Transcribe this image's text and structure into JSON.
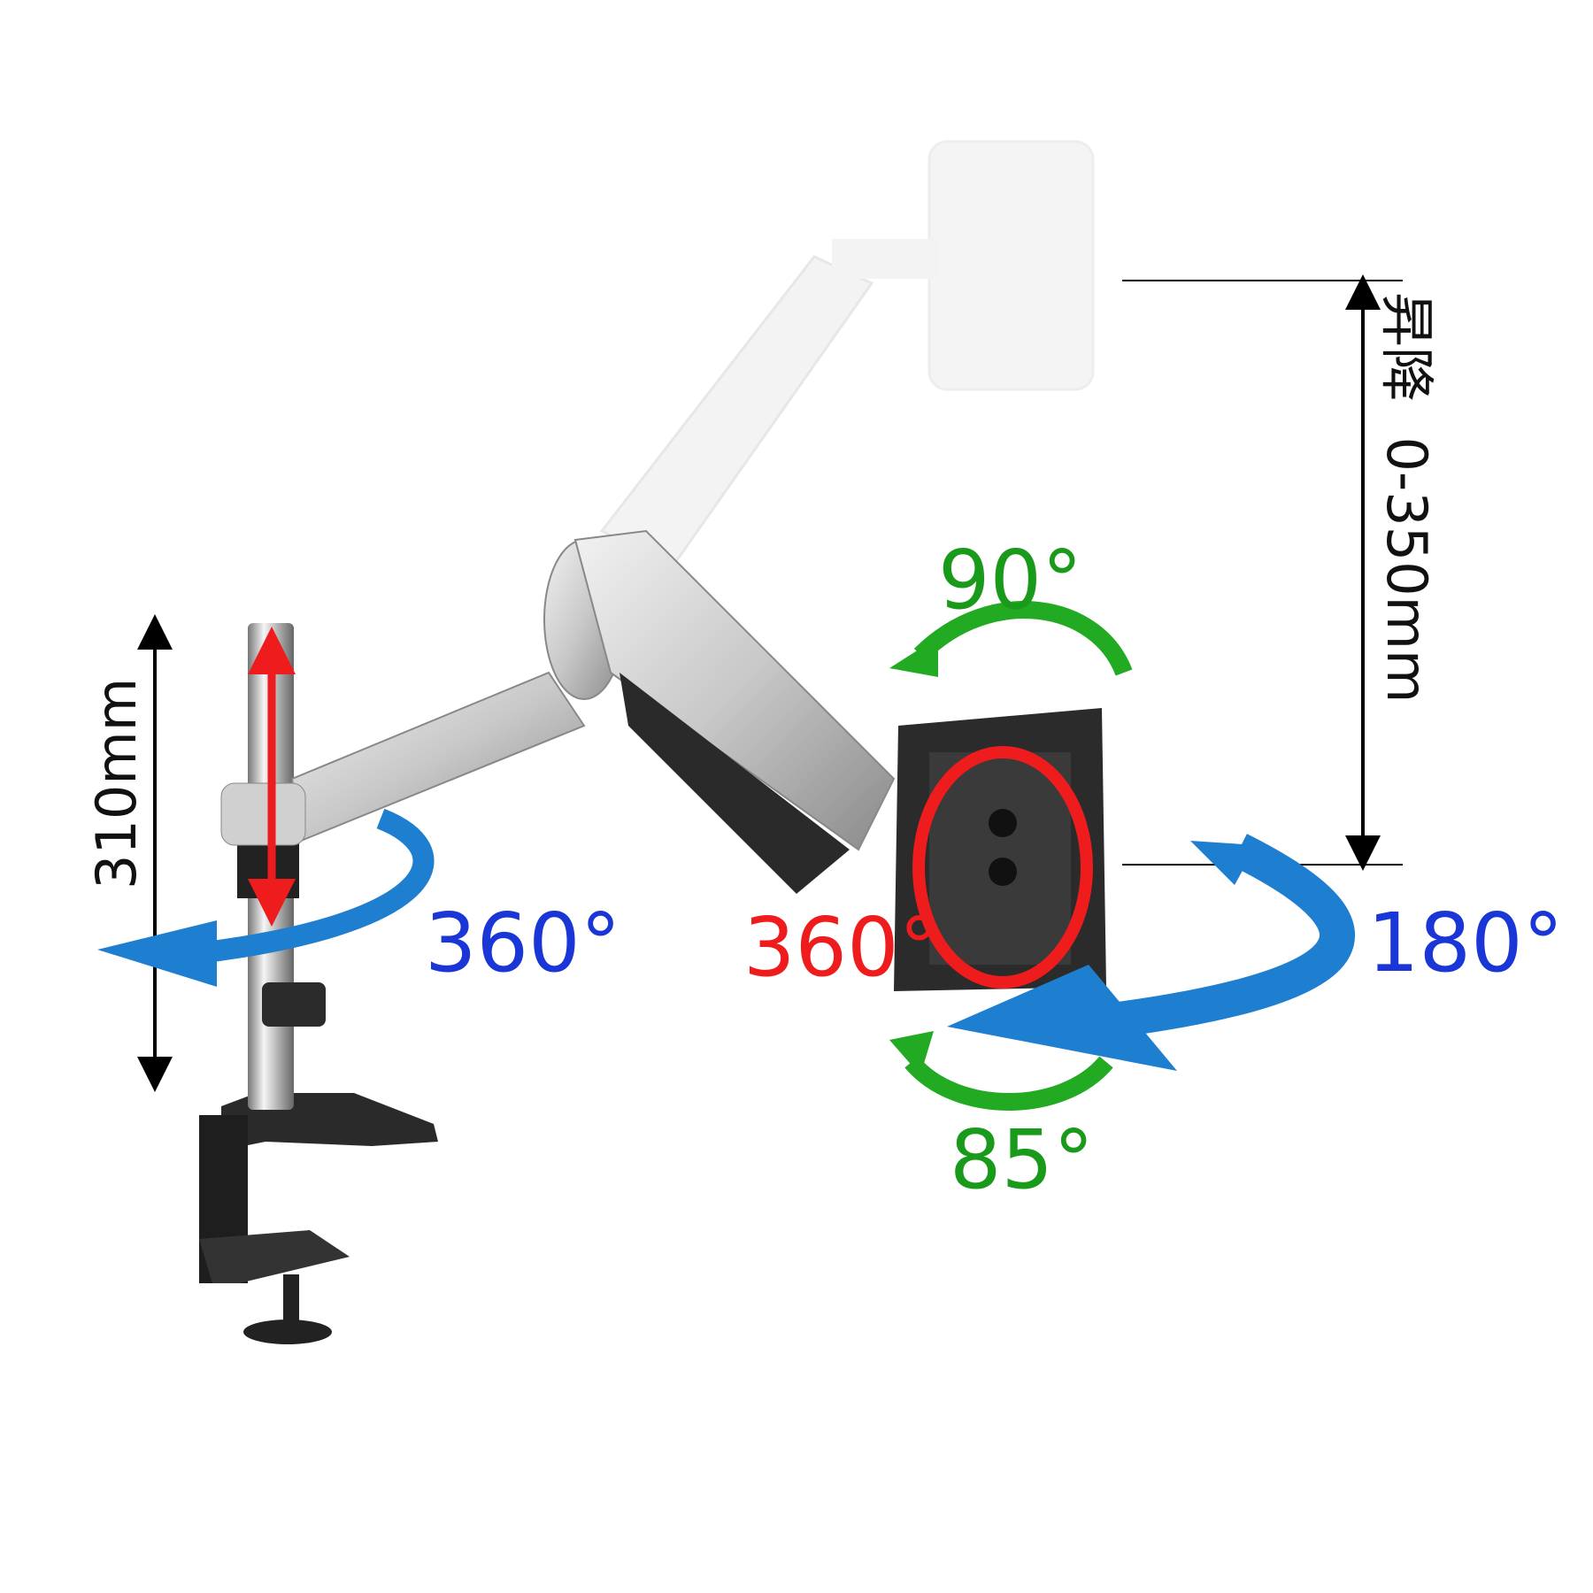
{
  "labels": {
    "pole_height": "310mm",
    "arm_swivel": "360°",
    "screen_rotation": "360°",
    "tilt_up": "90°",
    "tilt_down": "85°",
    "head_swivel": "180°",
    "lift_label": "昇降",
    "lift_range": "0-350mm"
  },
  "colors": {
    "blue": "#1a36d6",
    "red": "#ee1c1c",
    "green": "#1a9a1a",
    "arrow_blue": "#1e7fd0",
    "arrow_green": "#22aa22"
  }
}
